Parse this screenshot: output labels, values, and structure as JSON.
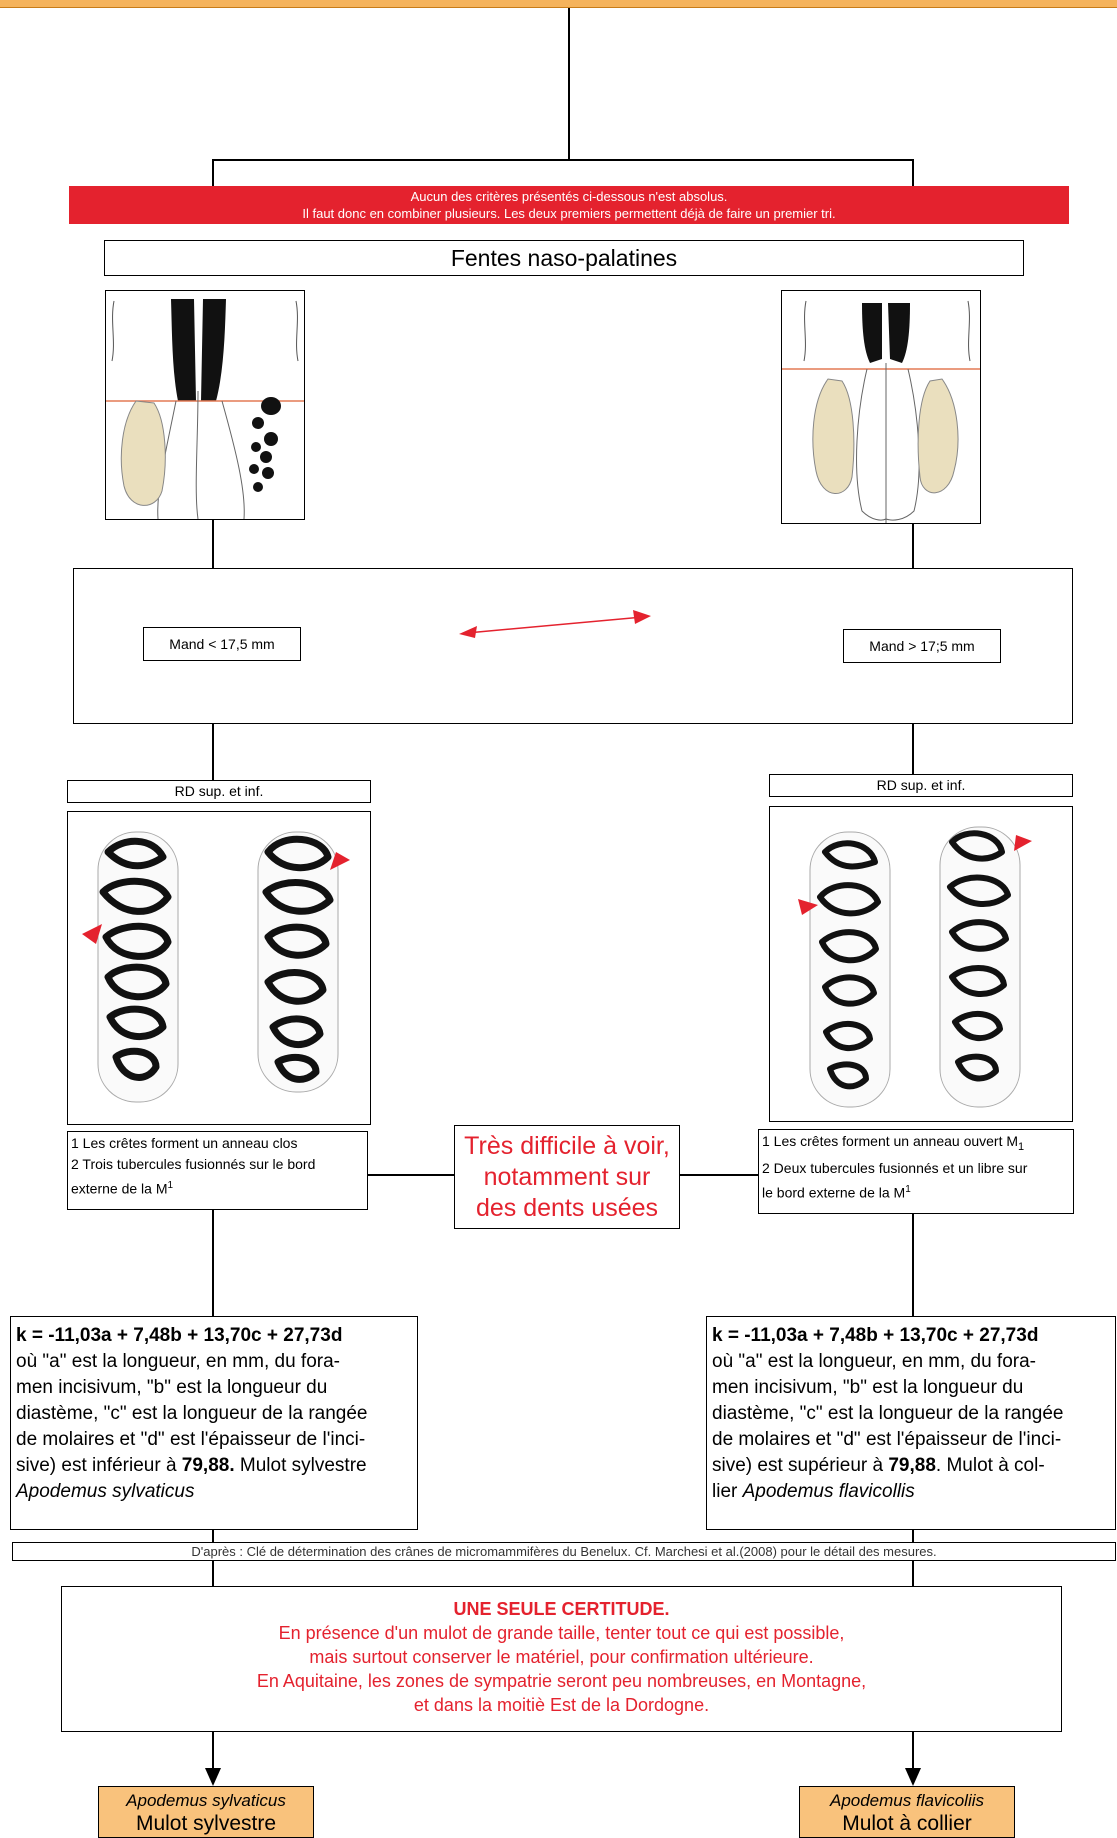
{
  "warning": {
    "line1": "Aucun des critères présentés ci-dessous n'est absolus.",
    "line2": "Il faut donc en combiner plusieurs. Les deux premiers permettent déjà de faire un premier tri."
  },
  "title": "Fentes naso-palatines",
  "mandible": {
    "left": "Mand < 17,5 mm",
    "right": "Mand > 17;5 mm"
  },
  "rd_label": {
    "left": "RD sup. et inf.",
    "right": "RD sup. et inf."
  },
  "criteria_left": {
    "l1": "1 Les crêtes forment un anneau clos",
    "l2": "2 Trois tubercules fusionnés sur le bord",
    "l3": "externe de la M",
    "sup": "1"
  },
  "criteria_right": {
    "l1a": "1 Les crêtes forment un anneau ouvert M",
    "l1sub": "1",
    "l2": "2 Deux tubercules fusionnés et un libre sur",
    "l3": "le bord externe de la M",
    "sup": "1"
  },
  "difficult_note": {
    "l1": "Très difficile à voir,",
    "l2": "notamment sur",
    "l3": "des dents usées"
  },
  "formula_left": {
    "equation": "k = -11,03a + 7,48b + 13,70c + 27,73d",
    "l2": "où \"a\" est la longueur, en mm, du fora-",
    "l3": "men incisivum, \"b\" est la longueur du",
    "l4": "diastème, \"c\" est la longueur de la rangée",
    "l5": "de molaires et \"d\" est l'épaisseur de l'inci-",
    "l6a": "sive) est inférieur à ",
    "threshold": "79,88.",
    "l6b": " Mulot sylvestre",
    "species": "Apodemus sylvaticus"
  },
  "formula_right": {
    "equation": "k = -11,03a + 7,48b + 13,70c + 27,73d",
    "l2": "où \"a\" est la longueur, en mm, du fora-",
    "l3": "men incisivum, \"b\" est la longueur du",
    "l4": "diastème, \"c\" est la longueur de la rangée",
    "l5": "de molaires et \"d\" est l'épaisseur de l'inci-",
    "l6a": "sive) est supérieur à ",
    "threshold": "79,88",
    "l6b": ". Mulot à col-",
    "l7a": "lier ",
    "species": "Apodemus flavicollis"
  },
  "source": "D'après : Clé de détermination des crânes de micromammifères du Benelux. Cf. Marchesi et al.(2008) pour le détail des mesures.",
  "certainty": {
    "head": "UNE SEULE CERTITUDE.",
    "l1": "En présence d'un mulot de grande taille, tenter tout ce qui est possible,",
    "l2": "mais surtout conserver le matériel, pour confirmation ultérieure.",
    "l3": "En Aquitaine, les zones de sympatrie seront peu nombreuses, en Montagne,",
    "l4": "et dans la moitiè Est de la Dordogne."
  },
  "leaf_left": {
    "latin": "Apodemus sylvaticus",
    "common": "Mulot sylvestre"
  },
  "leaf_right": {
    "latin": "Apodemus flavicoliis",
    "common": "Mulot à collier"
  },
  "colors": {
    "accent_red": "#e4222e",
    "leaf_orange": "#f9c27c",
    "tooth_beige": "#eadfbe"
  }
}
